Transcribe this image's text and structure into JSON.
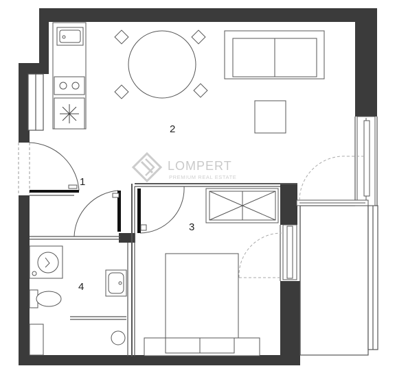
{
  "floor_plan": {
    "rooms": [
      {
        "id": "1",
        "label": "1"
      },
      {
        "id": "2",
        "label": "2"
      },
      {
        "id": "3",
        "label": "3"
      },
      {
        "id": "4",
        "label": "4"
      }
    ],
    "watermark": {
      "brand": "LOMPERT",
      "tagline": "PREMIUM REAL ESTATE"
    },
    "colors": {
      "wall": "#3a3a3a",
      "line": "#444444",
      "thin": "#777777",
      "background": "#ffffff",
      "watermark": "#c9c9c9"
    }
  }
}
